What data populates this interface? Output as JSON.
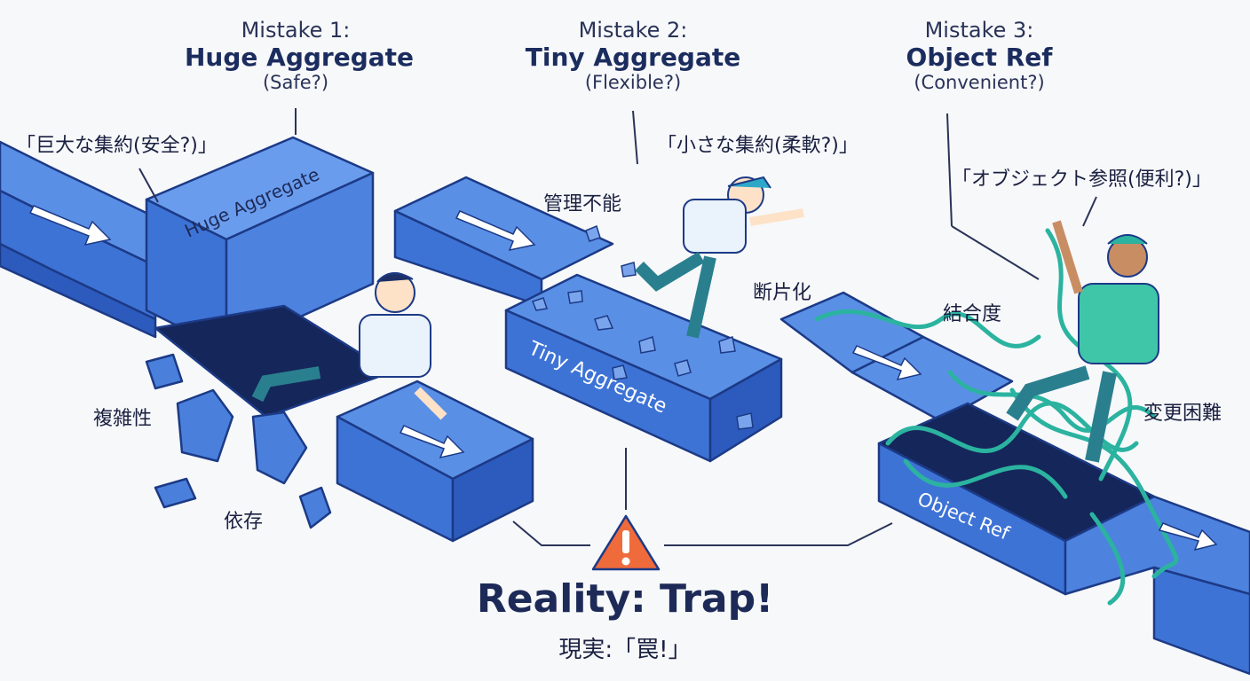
{
  "mistakes": [
    {
      "number": "Mistake 1:",
      "title": "Huge Aggregate",
      "subtitle": "(Safe?)",
      "quote_jp": "「巨大な集約(安全?)」",
      "block_label": "Huge Aggregate"
    },
    {
      "number": "Mistake 2:",
      "title": "Tiny Aggregate",
      "subtitle": "(Flexible?)",
      "quote_jp": "「小さな集約(柔軟?)」",
      "block_label": "Tiny Aggregate"
    },
    {
      "number": "Mistake 3:",
      "title": "Object Ref",
      "subtitle": "(Convenient?)",
      "quote_jp": "「オブジェクト参照(便利?)」",
      "block_label": "Object Ref"
    }
  ],
  "tags": {
    "complexity": "複雑性",
    "dependency": "依存",
    "unmanageable": "管理不能",
    "fragmentation": "断片化",
    "coupling": "結合度",
    "hard_to_change": "変更困難"
  },
  "reality": {
    "title": "Reality: Trap!",
    "jp": "現実:「罠!」"
  },
  "colors": {
    "block_top": "#5a8fe6",
    "block_front": "#3e73d6",
    "block_side": "#2d5bbd",
    "outline": "#1c3a86",
    "tangle": "#2bb3a0",
    "warning": "#ef6b3b",
    "text": "#1d2a57"
  }
}
